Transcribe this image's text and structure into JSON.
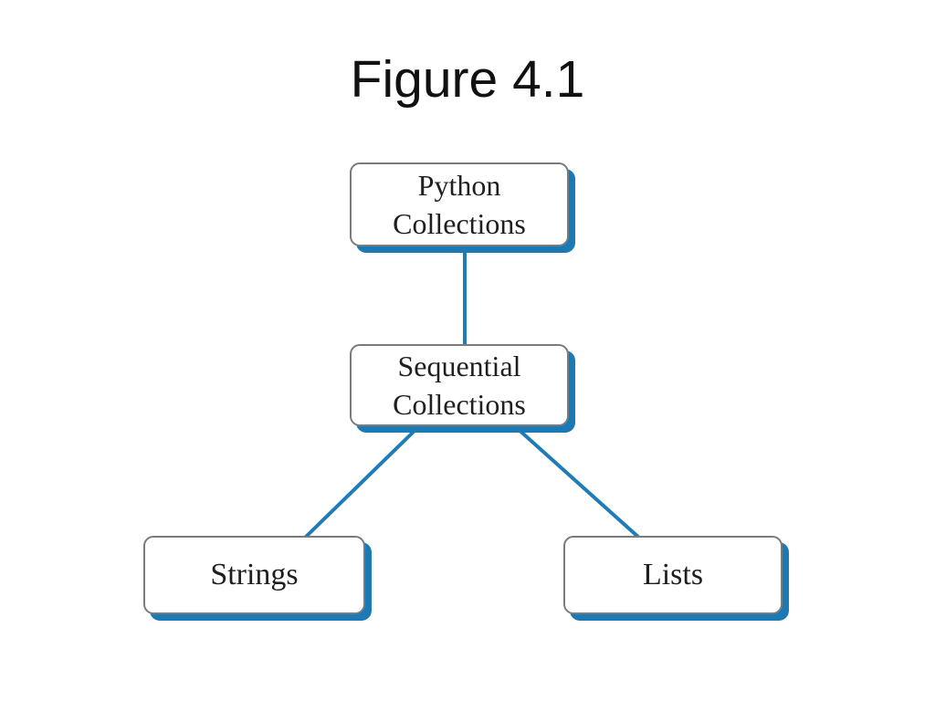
{
  "slide": {
    "title": "Figure 4.1"
  },
  "diagram": {
    "nodes": {
      "python": {
        "line1": "Python",
        "line2": "Collections"
      },
      "sequential": {
        "line1": "Sequential",
        "line2": "Collections"
      },
      "strings": {
        "label": "Strings"
      },
      "lists": {
        "label": "Lists"
      }
    },
    "edges": [
      {
        "from": "Python Collections",
        "to": "Sequential Collections"
      },
      {
        "from": "Sequential Collections",
        "to": "Strings"
      },
      {
        "from": "Sequential Collections",
        "to": "Lists"
      }
    ]
  },
  "colors": {
    "accent_blue": "#1e7cb8",
    "shadow_blue": "#1b7ab5",
    "border_gray": "#7b7b7b",
    "node_text": "#1f1f1f",
    "title_text": "#111111",
    "background": "#ffffff"
  }
}
